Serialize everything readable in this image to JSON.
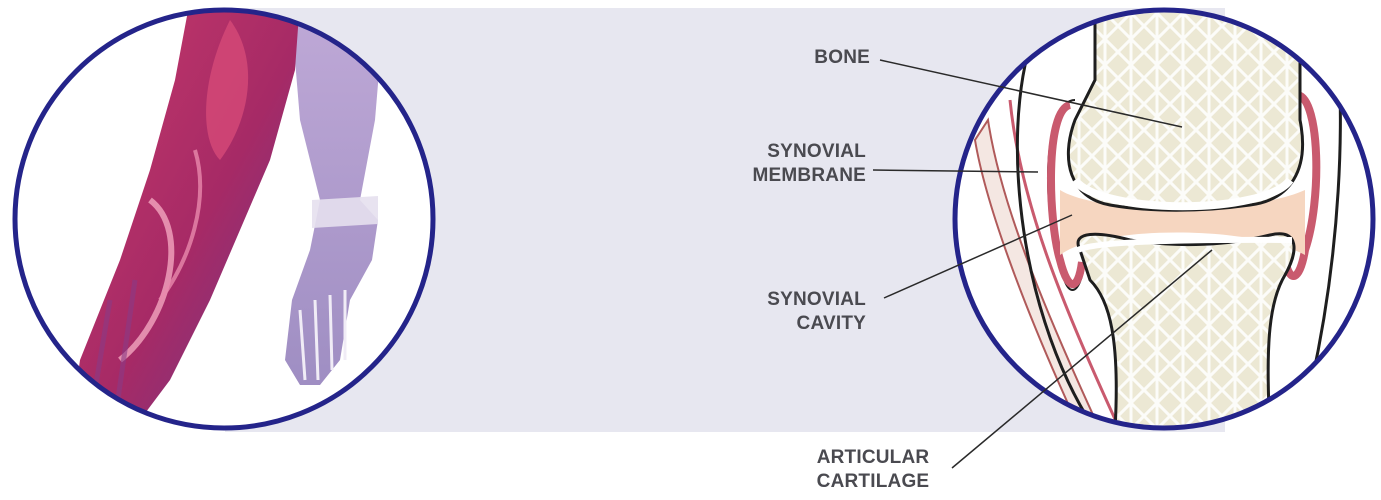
{
  "labels": {
    "bone": "BONE",
    "synovial_membrane": {
      "line1": "SYNOVIAL",
      "line2": "MEMBRANE"
    },
    "synovial_cavity": {
      "line1": "SYNOVIAL",
      "line2": "CAVITY"
    },
    "articular_cartilage": {
      "line1": "ARTICULAR",
      "line2": "CARTILAGE"
    }
  },
  "colors": {
    "background_band": "#e7e7f0",
    "circle_border": "#24248a",
    "bone": "#ece8d4",
    "membrane": "#c95a6e",
    "cavity": "#f6d6c0",
    "muscle": "#b8285a",
    "label_text": "#4a4a50"
  }
}
